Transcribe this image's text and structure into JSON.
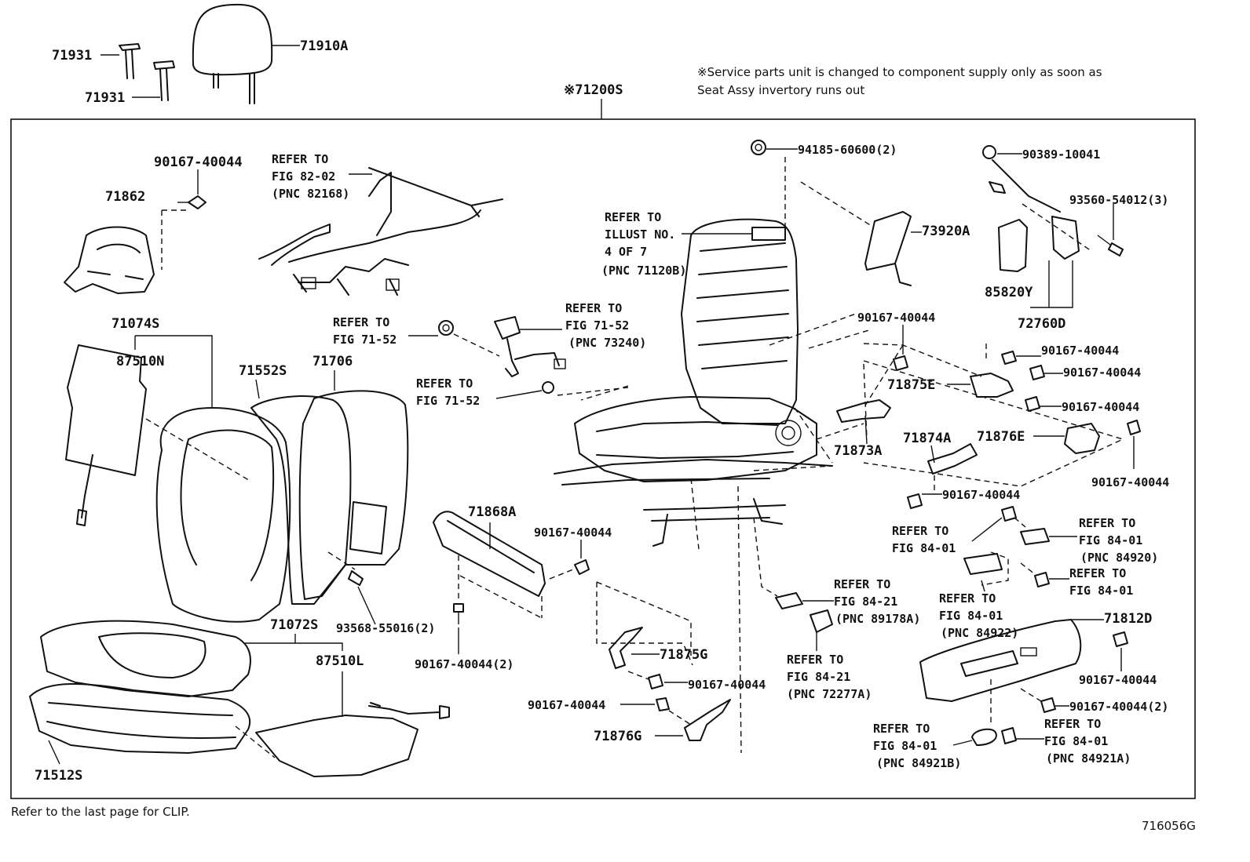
{
  "diagram": {
    "assembly_label": "※71200S",
    "note": [
      "※Service parts unit is changed to component supply only as soon as",
      "Seat Assy invertory runs out"
    ],
    "footer_note": "Refer to the last page for CLIP.",
    "figure_code": "716056G",
    "parts": {
      "p71931a": "71931",
      "p71931b": "71931",
      "p71910A": "71910A",
      "p90167_a": "90167-40044",
      "p71862": "71862",
      "refer_82_02": [
        "REFER TO",
        "FIG 82-02",
        "(PNC 82168)"
      ],
      "refer_illust": [
        "REFER TO",
        "ILLUST NO.",
        "4 OF 7",
        "(PNC 71120B)"
      ],
      "p94185": "94185-60600(2)",
      "p90389": "90389-10041",
      "p73920A": "73920A",
      "p93560": "93560-54012(3)",
      "p85820Y": "85820Y",
      "p72760D": "72760D",
      "refer_71_52_a": [
        "REFER TO",
        "FIG 71-52"
      ],
      "refer_71_52_b": [
        "REFER TO",
        "FIG 71-52",
        "(PNC 73240)"
      ],
      "refer_71_52_c": [
        "REFER TO",
        "FIG 71-52"
      ],
      "p71074S": "71074S",
      "p87510N": "87510N",
      "p71552S": "71552S",
      "p71706": "71706",
      "p90167_b": "90167-40044",
      "p90167_c": "90167-40044",
      "p90167_d": "90167-40044",
      "p71875E": "71875E",
      "p90167_e": "90167-40044",
      "p71873A": "71873A",
      "p71874A": "71874A",
      "p71876E": "71876E",
      "p90167_f": "90167-40044",
      "p90167_g": "90167-40044",
      "p71868A": "71868A",
      "p90167_h": "90167-40044",
      "refer_84_01_a": [
        "REFER TO",
        "FIG 84-01"
      ],
      "refer_84_01_b": [
        "REFER TO",
        "FIG 84-01",
        "(PNC 84920)"
      ],
      "refer_84_01_c": [
        "REFER TO",
        "FIG 84-01"
      ],
      "refer_84_21_a": [
        "REFER TO",
        "FIG 84-21",
        "(PNC 89178A)"
      ],
      "refer_84_01_d": [
        "REFER TO",
        "FIG 84-01",
        "(PNC 84922)"
      ],
      "p71072S": "71072S",
      "p93568": "93568-55016(2)",
      "p71812D": "71812D",
      "p87510L": "87510L",
      "p90167_i": "90167-40044(2)",
      "p71875G": "71875G",
      "refer_84_21_b": [
        "REFER TO",
        "FIG 84-21",
        "(PNC 72277A)"
      ],
      "p90167_j": "90167-40044",
      "p90167_k": "90167-40044",
      "p90167_l": "90167-40044",
      "p90167_m": "90167-40044(2)",
      "p71876G": "71876G",
      "refer_84_01_e": [
        "REFER TO",
        "FIG 84-01",
        "(PNC 84921B)"
      ],
      "refer_84_01_f": [
        "REFER TO",
        "FIG 84-01",
        "(PNC 84921A)"
      ],
      "p71512S": "71512S"
    }
  }
}
